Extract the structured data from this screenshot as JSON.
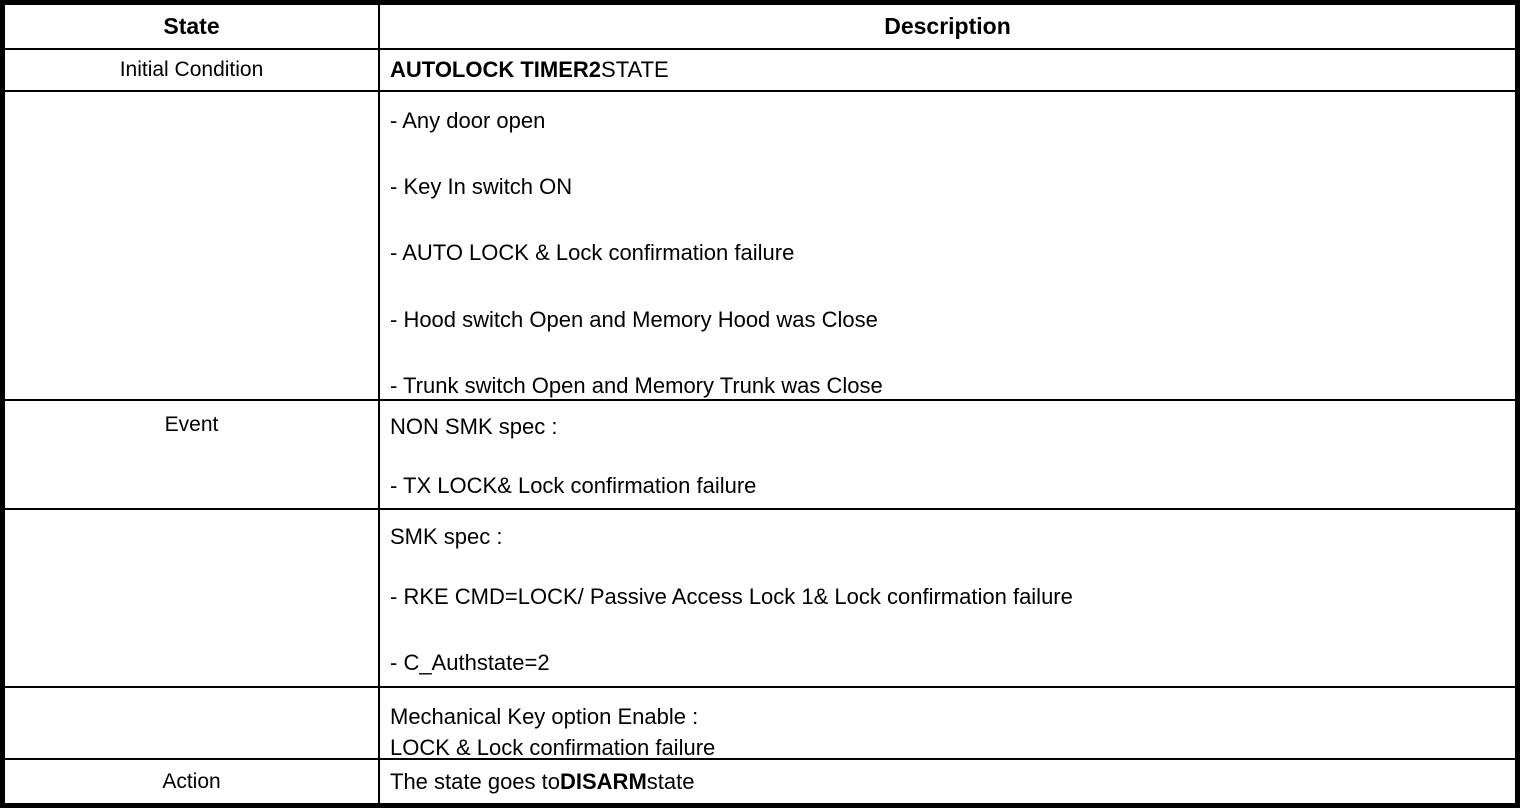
{
  "table": {
    "headers": {
      "state": "State",
      "description": "Description"
    },
    "rows": {
      "initial_condition": {
        "label": "Initial Condition",
        "value_bold": "AUTOLOCK TIMER2",
        "value_plain": "STATE"
      },
      "event": {
        "label": "Event",
        "group_general": [
          "-  Any door open",
          "-  Key In switch ON",
          "-  AUTO LOCK & Lock confirmation failure",
          "-  Hood switch Open and Memory Hood was Close",
          "-  Trunk switch Open and Memory Trunk was Close"
        ],
        "group_non_smk": {
          "title": "NON SMK spec :",
          "items": [
            "-  TX LOCK& Lock confirmation failure"
          ]
        },
        "group_smk": {
          "title": "SMK spec :",
          "items": [
            "-  RKE CMD=LOCK/ Passive Access Lock 1& Lock confirmation failure",
            "-  C_Authstate=2"
          ]
        },
        "group_mechanical_key": {
          "title": "Mechanical Key option Enable :",
          "items": [
            "LOCK & Lock confirmation failure"
          ]
        }
      },
      "action": {
        "label": "Action",
        "value_prefix": "The state goes to",
        "value_bold": "DISARM",
        "value_suffix": "state"
      }
    }
  },
  "colors": {
    "border": "#000000",
    "background": "#ffffff",
    "text": "#000000"
  }
}
